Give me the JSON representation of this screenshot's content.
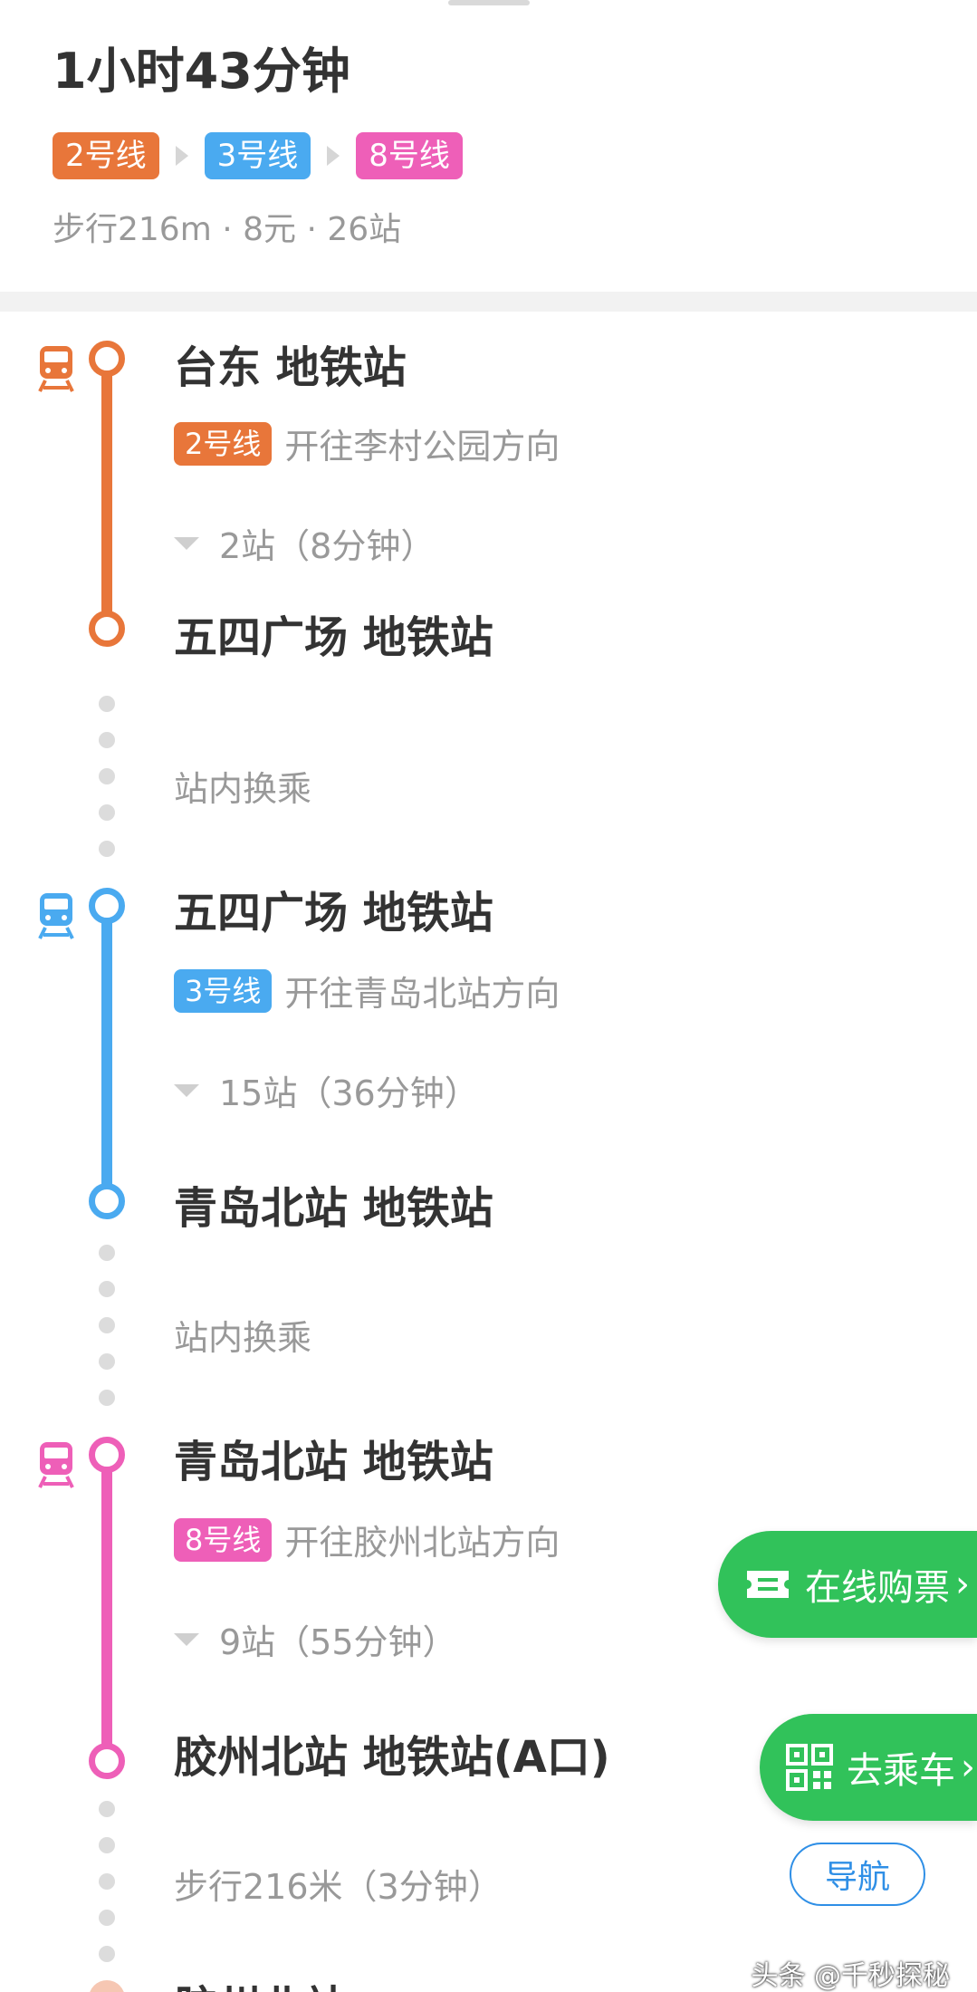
{
  "summary": {
    "duration": "1小时43分钟",
    "lines": [
      {
        "label": "2号线",
        "color": "#e8763a"
      },
      {
        "label": "3号线",
        "color": "#4aaaf0"
      },
      {
        "label": "8号线",
        "color": "#ee5fb8"
      }
    ],
    "meta": "步行216m · 8元 · 26站"
  },
  "segments": [
    {
      "board_station": "台东  地铁站",
      "line_label": "2号线",
      "line_color": "#e8763a",
      "direction": "开往李村公园方向",
      "stops": "2站（8分钟）",
      "alight_station": "五四广场  地铁站",
      "icon": "train-icon"
    },
    {
      "board_station": "五四广场  地铁站",
      "line_label": "3号线",
      "line_color": "#4aaaf0",
      "direction": "开往青岛北站方向",
      "stops": "15站（36分钟）",
      "alight_station": "青岛北站  地铁站",
      "icon": "train-icon"
    },
    {
      "board_station": "青岛北站  地铁站",
      "line_label": "8号线",
      "line_color": "#ee5fb8",
      "direction": "开往胶州北站方向",
      "stops": "9站（55分钟）",
      "alight_station": "胶州北站  地铁站(A口)",
      "icon": "train-icon"
    }
  ],
  "transfers": [
    "站内换乘",
    "站内换乘"
  ],
  "walk": "步行216米（3分钟）",
  "next_station_partial": "胶州北站",
  "buttons": {
    "buy_ticket": "在线购票",
    "go_ride": "去乘车",
    "navigate": "导航",
    "chevron": "›"
  },
  "watermark": "头条 @千秒探秘",
  "colors": {
    "green": "#31c25a",
    "blue_link": "#2f8fe6",
    "dot_gray": "#dcdcdc"
  }
}
